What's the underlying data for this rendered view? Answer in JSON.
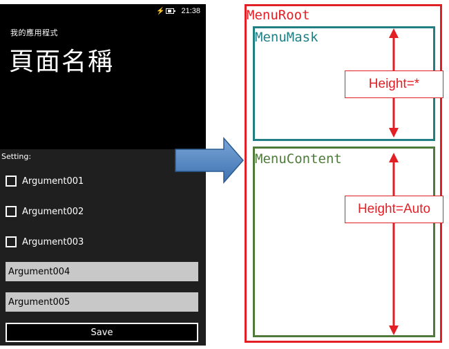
{
  "phone": {
    "status": {
      "time": "21:38",
      "icons": [
        "plug-icon",
        "battery-icon"
      ]
    },
    "app_title": "我的應用程式",
    "page_title": "頁面名稱",
    "menu": {
      "setting_label": "Setting:",
      "checkboxes": [
        "Argument001",
        "Argument002",
        "Argument003"
      ],
      "inputs": [
        "Argument004",
        "Argument005"
      ],
      "save_label": "Save"
    }
  },
  "diagram": {
    "root": {
      "label": "MenuRoot",
      "color": "#e31f26"
    },
    "mask": {
      "label": "MenuMask",
      "color": "#1f7f84",
      "height_label": "Height=*"
    },
    "content": {
      "label": "MenuContent",
      "color": "#4e7a3c",
      "height_label": "Height=Auto"
    },
    "arrow_color": "#e31f26",
    "transition_arrow_color": "#5b8fc9"
  }
}
